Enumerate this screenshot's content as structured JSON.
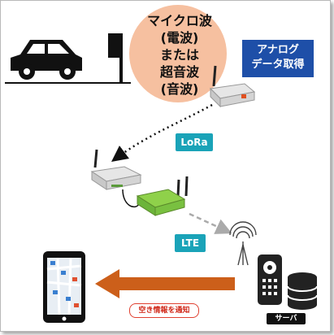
{
  "bubble": {
    "lines": [
      "マイクロ波",
      "(電波)",
      "または",
      "超音波",
      "(音波)"
    ]
  },
  "callout": {
    "lines": [
      "アナログ",
      "データ取得"
    ]
  },
  "lora_label": "LoRa",
  "lte_label": "LTE",
  "notice_label": "空き情報を通知",
  "server_label": "サーバ",
  "colors": {
    "bubble": "#f6c0a0",
    "callout": "#1e4fa8",
    "pill": "#1aa3b8",
    "arrow": "#cc5f1a",
    "notice": "#e04030"
  }
}
